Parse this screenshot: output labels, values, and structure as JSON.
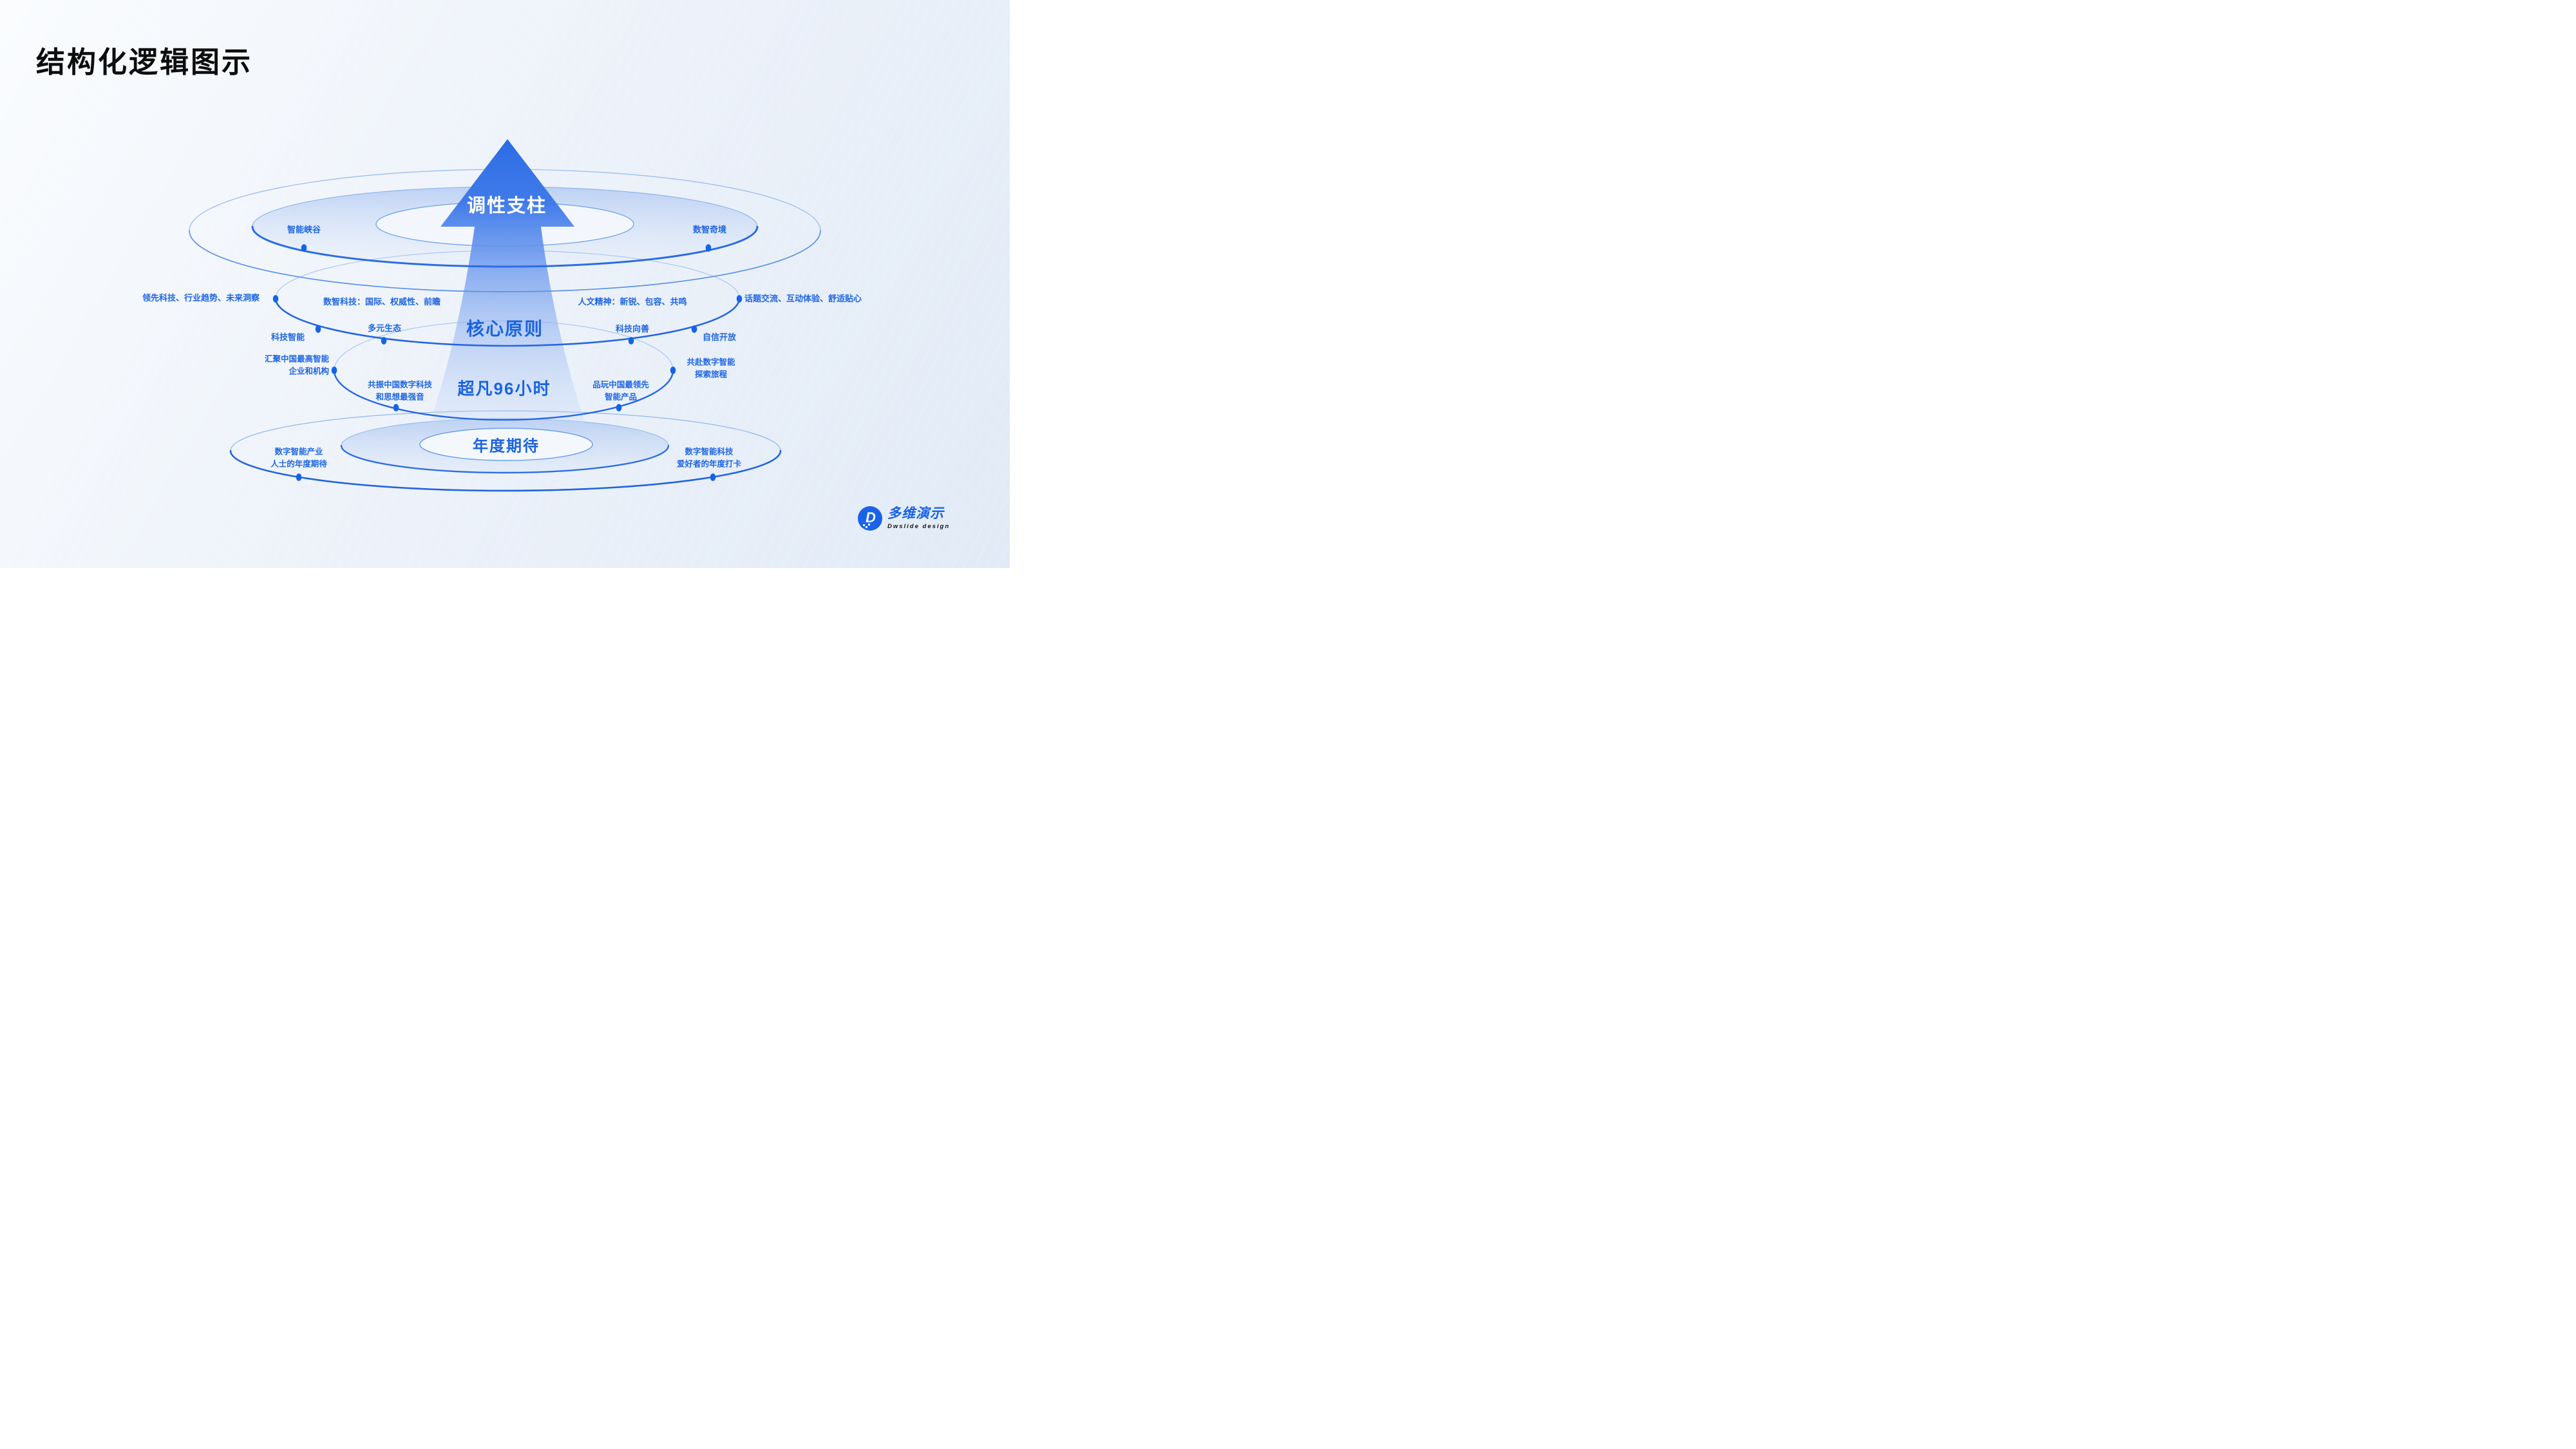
{
  "slide": {
    "title": "结构化逻辑图示"
  },
  "diagram": {
    "type": "funnel-arrow-rings",
    "levels": [
      {
        "name": "level-1-top",
        "center": "调性支柱",
        "nodes": [
          "智能峡谷",
          "数智奇境"
        ]
      },
      {
        "name": "level-2",
        "center": "核心原则",
        "nodes": [
          "领先科技、行业趋势、未来洞察",
          "数智科技：国际、权威性、前瞻",
          "人文精神：新锐、包容、共鸣",
          "话题交流、互动体验、舒适贴心",
          "科技智能",
          "多元生态",
          "科技向善",
          "自信开放"
        ]
      },
      {
        "name": "level-3",
        "center": "超凡96小时",
        "nodes": [
          "汇聚中国最高智能\n企业和机构",
          "共振中国数字科技\n和思想最强音",
          "品玩中国最领先\n智能产品",
          "共赴数字智能\n探索旅程"
        ]
      },
      {
        "name": "level-4-bottom",
        "center": "年度期待",
        "nodes": [
          "数字智能产业\n人士的年度期待",
          "数字智能科技\n爱好者的年度打卡"
        ]
      }
    ]
  },
  "logo": {
    "mark": "D",
    "name_cn": "多维演示",
    "name_en": "Dwslide design"
  },
  "colors": {
    "arrow_top": "#2B6CE6",
    "bold_ring": "#2567E2",
    "thin_ring": "#9DBDEE",
    "node_dot": "#1463E8",
    "label_blue": "#1F66E2",
    "title_black": "#0D0D0D",
    "background": "#EDF2F9"
  }
}
